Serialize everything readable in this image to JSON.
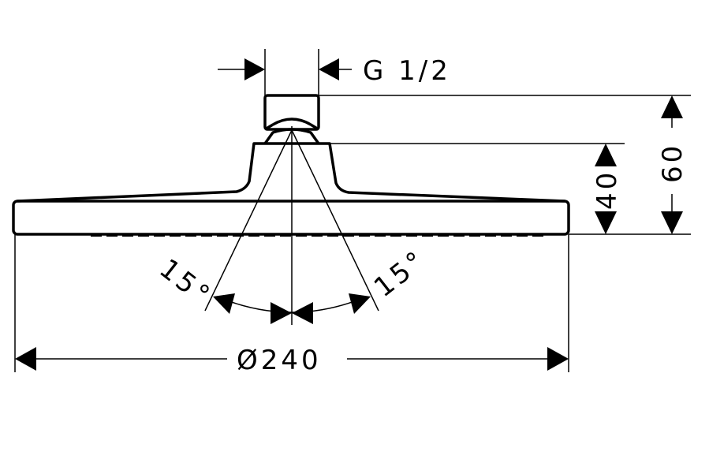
{
  "drawing": {
    "labels": {
      "thread": "G 1/2",
      "diameter": "Ø240",
      "height_total": "60",
      "height_body": "40",
      "angle_left": "15°",
      "angle_right": "15°"
    }
  }
}
